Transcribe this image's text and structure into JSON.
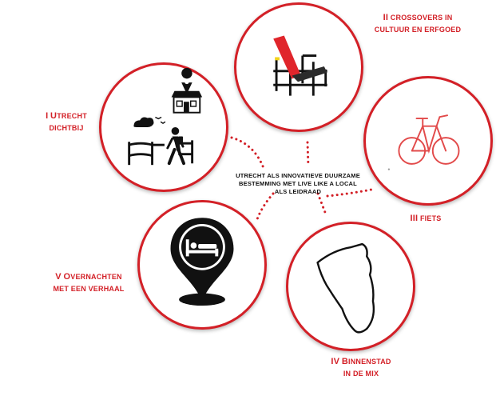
{
  "center": {
    "line1": "UTRECHT ALS INNOVATIEVE  DUURZAME",
    "line2": "BESTEMMING MET LIVE LIKE A LOCAL",
    "line3": "ALS LEIDRAAD"
  },
  "themes": {
    "t1": {
      "number": "I",
      "initial": "U",
      "rest": "TRECHT",
      "line2": "DICHTBIJ"
    },
    "t2": {
      "number": "II",
      "line1": "CROSSOVERS IN",
      "line2": "CULTUUR EN ERFGOED"
    },
    "t3": {
      "number": "III",
      "line1": "FIETS"
    },
    "t4": {
      "number": "IV",
      "initial": "B",
      "rest": "INNENSTAD",
      "line2": "IN DE MIX"
    },
    "t5": {
      "number": "V",
      "initial": "O",
      "rest": "VERNACHTEN",
      "line2": "MET EEN VERHAAL"
    }
  },
  "icons": {
    "t1": "walker-with-shop-pin-icon",
    "t2": "red-blue-chair-icon",
    "t3": "bicycle-icon",
    "t4": "city-outline-icon",
    "t5": "bed-location-pin-icon"
  },
  "colors": {
    "accent": "#d32027",
    "text": "#111111",
    "background": "#ffffff"
  }
}
